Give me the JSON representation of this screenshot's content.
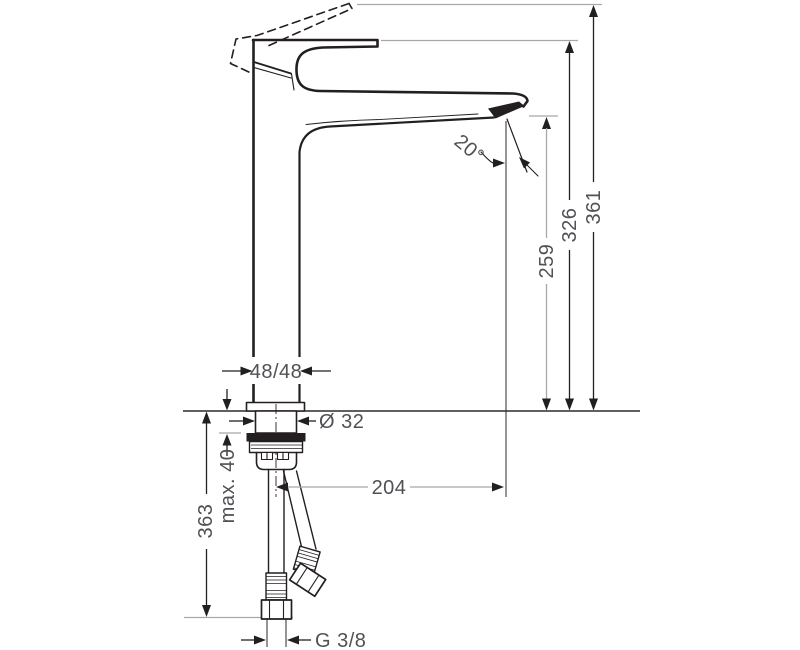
{
  "drawing": {
    "type": "technical-dimension-drawing",
    "subject": "single-lever tall basin mixer, side view with mounting hoses",
    "labels": {
      "body_width_depth": "48/48",
      "shank_diameter": "Ø 32",
      "spout_reach": "204",
      "outlet_height": "259",
      "handle_height": "326",
      "overall_height": "361",
      "hose_length_below_deck": "363",
      "max_mounting_thickness": "max. 40",
      "supply_connection": "G 3/8",
      "outlet_angle": "20°"
    },
    "colors": {
      "outline": "#231f20",
      "extension_line": "#a6a8ab",
      "dimension_text": "#505154",
      "background": "#ffffff"
    }
  }
}
